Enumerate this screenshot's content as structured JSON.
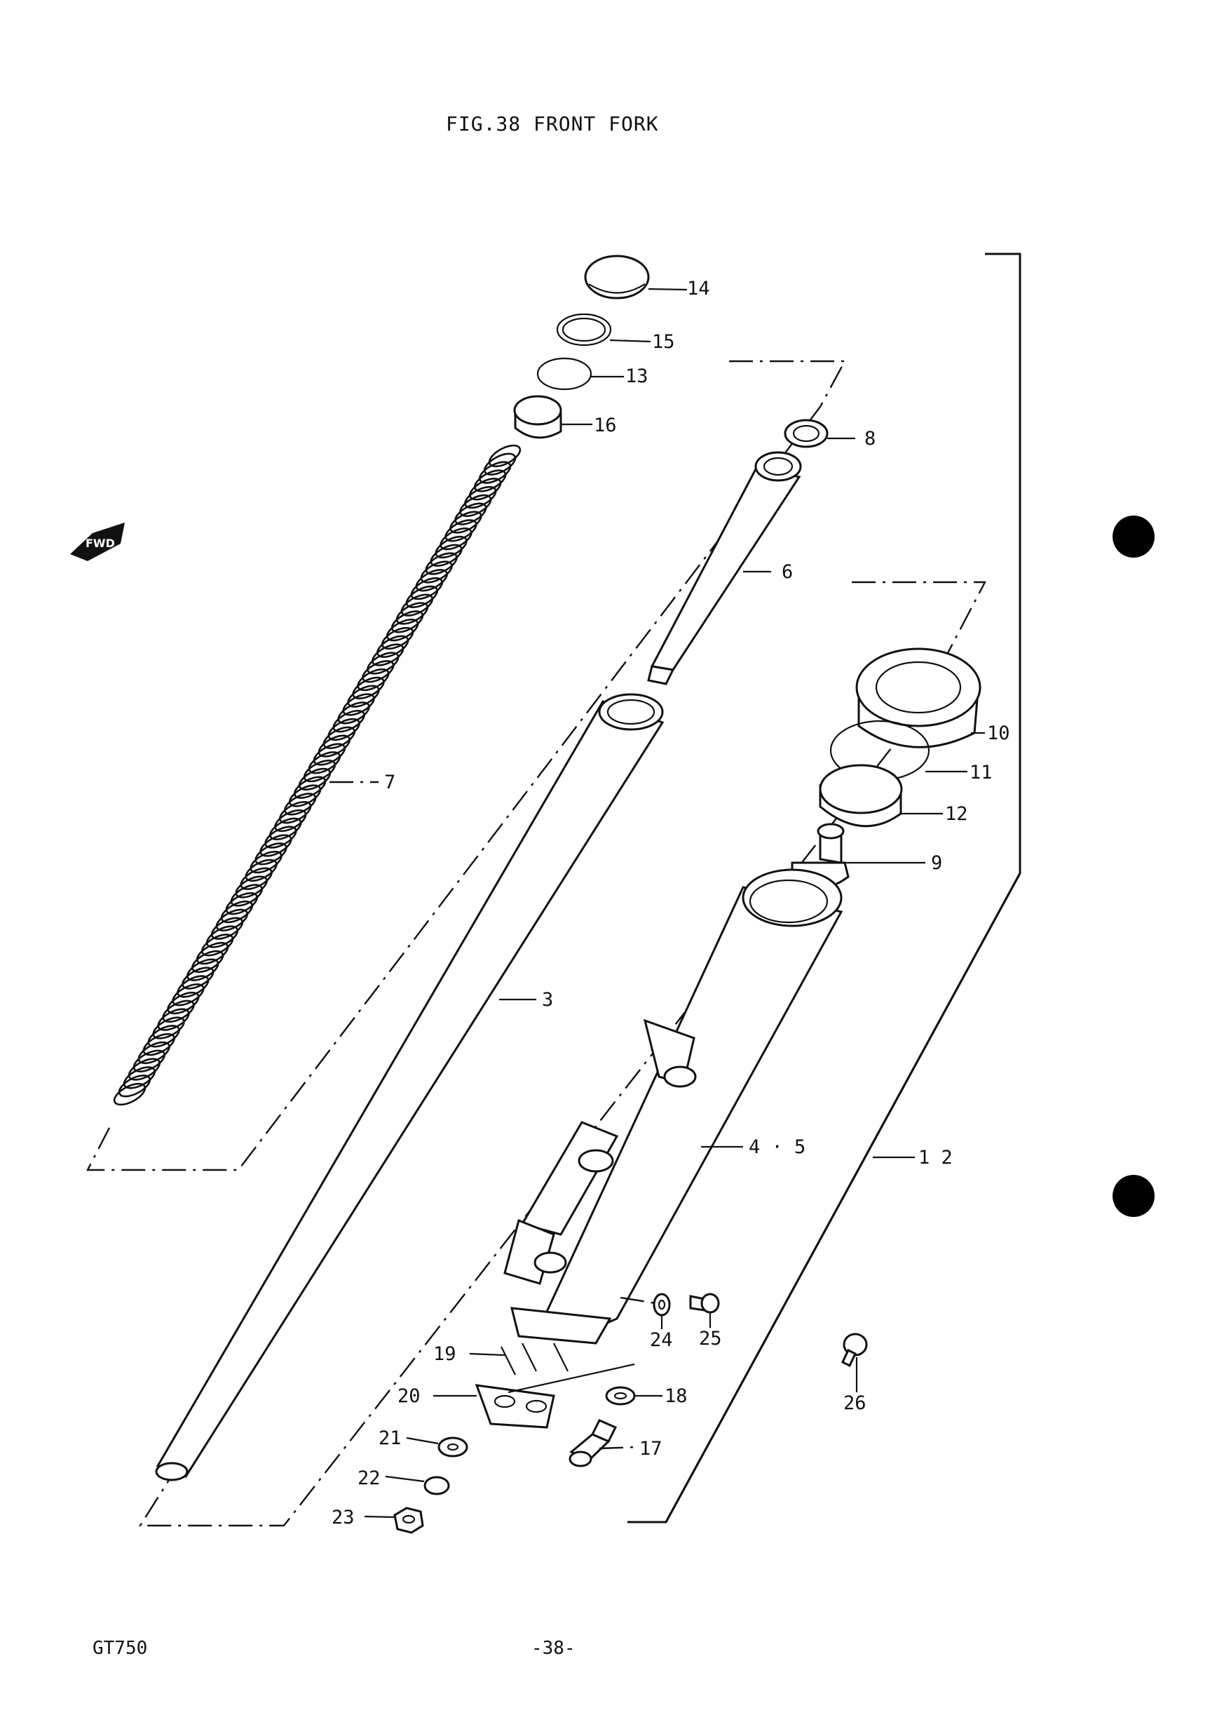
{
  "figure": {
    "title": "FIG.38 FRONT FORK",
    "fwd_mark": "FWD"
  },
  "footer": {
    "model": "GT750",
    "page_number": "-38-"
  },
  "callouts": {
    "c14": "14",
    "c15": "15",
    "c13": "13",
    "c16": "16",
    "c8": "8",
    "c6": "6",
    "c7": "7",
    "c10": "10",
    "c11": "11",
    "c12": "12",
    "c9": "9",
    "c3": "3",
    "c45": "4 · 5",
    "c12b": "1  2",
    "c24": "24",
    "c25": "25",
    "c19": "19",
    "c20": "20",
    "c18": "18",
    "c21": "21",
    "c17": "17",
    "c22": "22",
    "c23": "23",
    "c26": "26"
  }
}
